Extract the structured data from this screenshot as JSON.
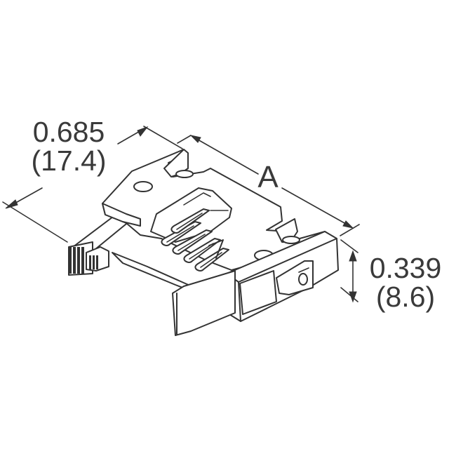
{
  "drawing": {
    "subject": "box header connector with ejector latches, right-angle pins",
    "line_color": "#333333",
    "background_color": "#ffffff"
  },
  "dimensions": {
    "depth": {
      "inches": "0.685",
      "mm": "(17.4)"
    },
    "height": {
      "inches": "0.339",
      "mm": "(8.6)"
    },
    "length": {
      "label": "A"
    }
  }
}
